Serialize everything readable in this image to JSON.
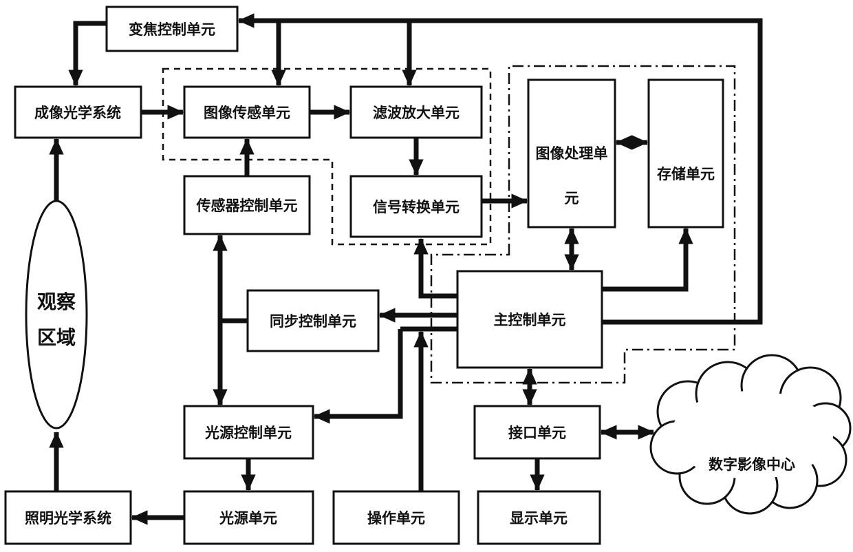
{
  "diagram": {
    "boxes": {
      "zoom_control": "变焦控制单元",
      "imaging_optics": "成像光学系统",
      "image_sensor": "图像传感单元",
      "filter_amp": "滤波放大单元",
      "image_processing_line1": "图像处理单",
      "image_processing_line2": "元",
      "storage": "存储单元",
      "sensor_control": "传感器控制单元",
      "signal_conversion": "信号转换单元",
      "sync_control": "同步控制单元",
      "main_control": "主控制单元",
      "light_control": "光源控制单元",
      "interface": "接口单元",
      "illumination": "照明光学系统",
      "light_source": "光源单元",
      "operation": "操作单元",
      "display": "显示单元"
    },
    "ellipse": {
      "line1": "观察",
      "line2": "区域"
    },
    "cloud": {
      "label": "数字影像中心"
    },
    "colors": {
      "ink": "#111111",
      "background": "#ffffff"
    }
  }
}
